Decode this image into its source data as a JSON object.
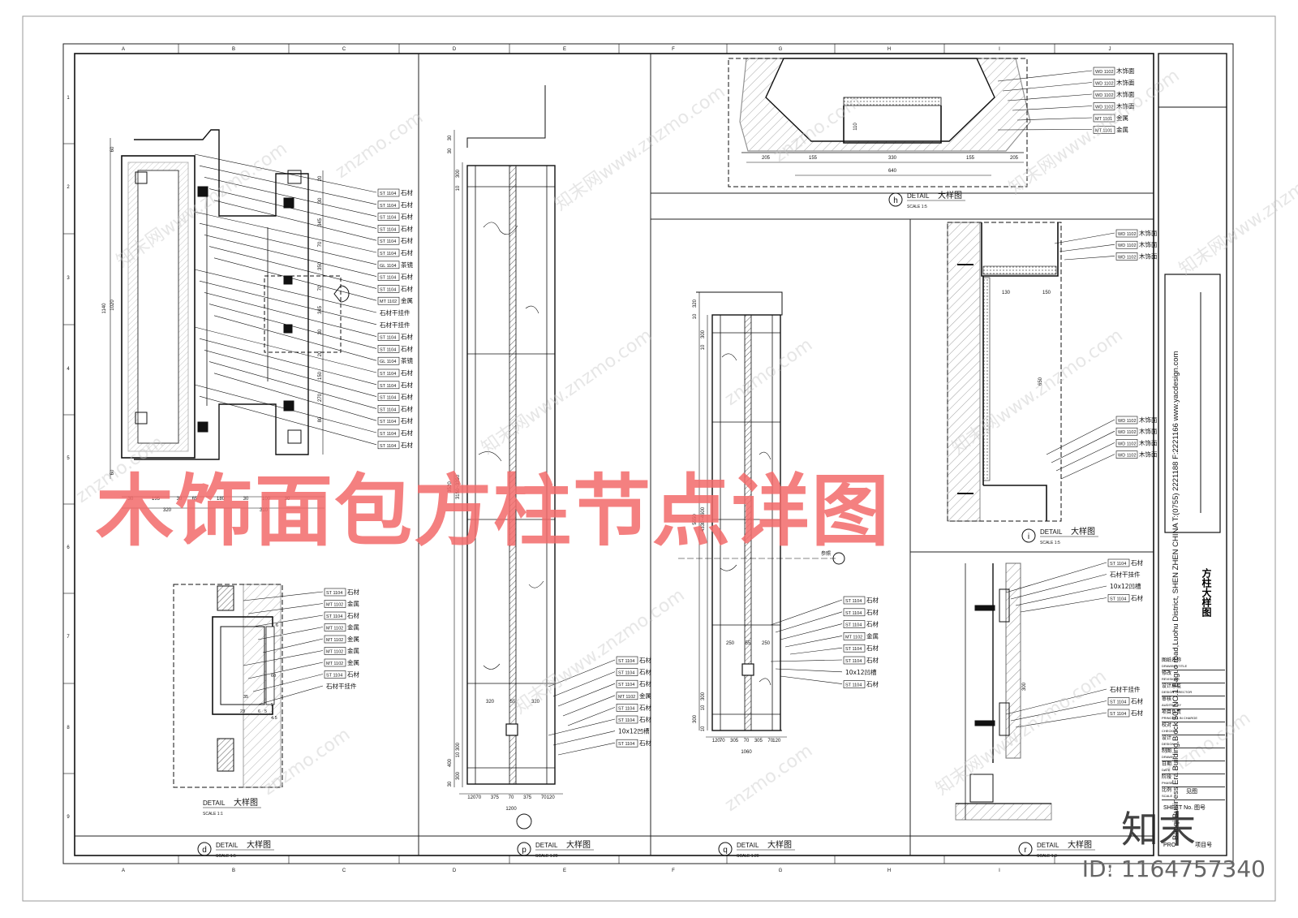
{
  "overlay_title": "木饰面包方柱节点详图",
  "id_badge": "ID: 1164757340",
  "watermark_logo": "知末",
  "watermarks": [
    "知末网www.znzmo.com",
    "znzmo.com"
  ],
  "grid_columns": [
    "A",
    "B",
    "C",
    "D",
    "E",
    "F",
    "G",
    "H",
    "I",
    "J"
  ],
  "grid_rows": [
    "1",
    "2",
    "3",
    "4",
    "5",
    "6",
    "7",
    "8",
    "9"
  ],
  "address_vertical": "Baoqi Business Era Building,Block 50, NO.1 Baguo road,Luohu District, SHEN ZHEN CHINA  T:(0755) 2221188  F:2221166  www.yacdesign.com",
  "title_block": {
    "sheet_title": "方柱大样图",
    "fields": [
      {
        "cn": "图纸名称",
        "en": "DRAWING TITLE"
      },
      {
        "cn": "修改",
        "en": "REVISIONS"
      },
      {
        "cn": "设计总监",
        "en": "DESIGN DIRECTOR"
      },
      {
        "cn": "审核",
        "en": "AUDITED BY"
      },
      {
        "cn": "项目负责",
        "en": "PRINCIPAL IN CHARGE"
      },
      {
        "cn": "校对",
        "en": "CHECKED"
      },
      {
        "cn": "设计",
        "en": "DESIGN"
      },
      {
        "cn": "制图",
        "en": "DRAWN"
      },
      {
        "cn": "日期",
        "en": "DATE"
      },
      {
        "cn": "阶段",
        "en": "PHASE"
      },
      {
        "cn": "比例",
        "en": "SCALE"
      }
    ],
    "scale_value": "见图",
    "sheet_no_label": "SHEET No.",
    "sheet_no_cn": "图号",
    "proj_label": "PRO",
    "proj_cn": "项目号"
  },
  "details": [
    {
      "id": "d",
      "label": "DETAIL",
      "cn": "大样图",
      "scale": "SCALE   1:5"
    },
    {
      "id": "p",
      "label": "DETAIL",
      "cn": "大样图",
      "scale": "SCALE   1:20"
    },
    {
      "id": "q",
      "label": "DETAIL",
      "cn": "大样图",
      "scale": "SCALE   1:20"
    },
    {
      "id": "r",
      "label": "DETAIL",
      "cn": "大样图",
      "scale": "SCALE   1:3"
    },
    {
      "id": "h",
      "label": "DETAIL",
      "cn": "大样图",
      "scale": "SCALE   1:5"
    },
    {
      "id": "i",
      "label": "DETAIL",
      "cn": "大样图",
      "scale": "SCALE   1:5"
    },
    {
      "id": "",
      "label": "DETAIL",
      "cn": "大样图",
      "scale": "SCALE   1:1"
    }
  ],
  "callouts": {
    "d_main": [
      [
        "ST 1104",
        "石材"
      ],
      [
        "ST 1104",
        "石材"
      ],
      [
        "ST 1104",
        "石材"
      ],
      [
        "ST 1104",
        "石材"
      ],
      [
        "ST 1104",
        "石材"
      ],
      [
        "ST 1104",
        "石材"
      ],
      [
        "GL 1104",
        "茶镜"
      ],
      [
        "ST 1104",
        "石材"
      ],
      [
        "ST 1104",
        "石材"
      ],
      [
        "MT 1102",
        "金属"
      ],
      [
        "",
        "石材干挂件"
      ],
      [
        "",
        "石材干挂件"
      ],
      [
        "ST 1104",
        "石材"
      ],
      [
        "ST 1104",
        "石材"
      ],
      [
        "GL 1104",
        "茶镜"
      ],
      [
        "ST 1104",
        "石材"
      ],
      [
        "ST 1104",
        "石材"
      ],
      [
        "ST 1104",
        "石材"
      ],
      [
        "ST 1104",
        "石材"
      ],
      [
        "ST 1104",
        "石材"
      ],
      [
        "ST 1104",
        "石材"
      ],
      [
        "ST 1104",
        "石材"
      ]
    ],
    "d_small": [
      [
        "ST 1104",
        "石材"
      ],
      [
        "MT 1102",
        "金属"
      ],
      [
        "ST 1104",
        "石材"
      ],
      [
        "MT 1102",
        "金属"
      ],
      [
        "MT 1102",
        "金属"
      ],
      [
        "MT 1102",
        "金属"
      ],
      [
        "MT 1102",
        "金属"
      ],
      [
        "ST 1104",
        "石材"
      ],
      [
        "",
        "石材干挂件"
      ]
    ],
    "p": [
      [
        "ST 1104",
        "石材"
      ],
      [
        "ST 1104",
        "石材"
      ],
      [
        "ST 1104",
        "石材"
      ],
      [
        "MT 1102",
        "金属"
      ],
      [
        "ST 1104",
        "石材"
      ],
      [
        "ST 1104",
        "石材"
      ],
      [
        "",
        "10x12凹槽"
      ],
      [
        "ST 1104",
        "石材"
      ]
    ],
    "q": [
      [
        "ST 1104",
        "石材"
      ],
      [
        "ST 1104",
        "石材"
      ],
      [
        "ST 1104",
        "石材"
      ],
      [
        "MT 1102",
        "金属"
      ],
      [
        "ST 1104",
        "石材"
      ],
      [
        "ST 1104",
        "石材"
      ],
      [
        "",
        "10x12凹槽"
      ],
      [
        "ST 1104",
        "石材"
      ]
    ],
    "h": [
      [
        "WD 1102",
        "木饰面"
      ],
      [
        "WD 1102",
        "木饰面"
      ],
      [
        "WD 1102",
        "木饰面"
      ],
      [
        "WD 1102",
        "木饰面"
      ],
      [
        "MT 1101",
        "金属"
      ],
      [
        "MT 1101",
        "金属"
      ]
    ],
    "i_top": [
      [
        "WD 1102",
        "木饰面"
      ],
      [
        "WD 1102",
        "木饰面"
      ],
      [
        "WD 1102",
        "木饰面"
      ]
    ],
    "i_bottom": [
      [
        "WD 1102",
        "木饰面"
      ],
      [
        "WD 1102",
        "木饰面"
      ],
      [
        "WD 1102",
        "木饰面"
      ],
      [
        "WD 1102",
        "木饰面"
      ]
    ],
    "r_top": [
      [
        "ST 1104",
        "石材"
      ],
      [
        "",
        "石材干挂件"
      ],
      [
        "",
        "10x12凹槽"
      ],
      [
        "ST 1104",
        "石材"
      ]
    ],
    "r_bottom": [
      [
        "",
        "石材干挂件"
      ],
      [
        "ST 1104",
        "石材"
      ],
      [
        "ST 1104",
        "石材"
      ]
    ]
  },
  "dimensions": {
    "d_bottom": [
      "30",
      "195",
      "30",
      "65",
      "180",
      "30",
      "100",
      "30"
    ],
    "d_bottom_total": [
      "320",
      "310"
    ],
    "d_left": [
      "60",
      "1140",
      "1020",
      "60"
    ],
    "d_right": [
      "20",
      "30",
      "345",
      "70",
      "350",
      "70",
      "345",
      "30",
      "20",
      "150",
      "270",
      "80"
    ],
    "d_small": [
      "35",
      "23",
      "6",
      "5",
      "60",
      "5",
      "4.5",
      "6"
    ],
    "p_bottom": [
      "120",
      "70",
      "375",
      "70",
      "375",
      "70",
      "120"
    ],
    "p_bottom_total": "1200",
    "p_mid": [
      "320",
      "55",
      "320"
    ],
    "p_left": [
      "30",
      "30",
      "300",
      "10",
      "3520",
      "3150~3350",
      "300",
      "10",
      "400",
      "300",
      "30"
    ],
    "q_bottom": [
      "120",
      "70",
      "305",
      "70",
      "305",
      "70",
      "120"
    ],
    "q_bottom_total": "1060",
    "q_mid": [
      "250",
      "55",
      "250"
    ],
    "q_left": [
      "320",
      "10",
      "300",
      "10",
      "5550",
      "4330~4600",
      "300",
      "10",
      "300",
      "10"
    ],
    "h_bottom": [
      "205",
      "155",
      "330",
      "155",
      "205"
    ],
    "h_total": "640",
    "h_mid": "110",
    "i_dims": [
      "130",
      "150",
      "650"
    ],
    "r_dims": [
      "300"
    ]
  },
  "level_marker": "参照"
}
